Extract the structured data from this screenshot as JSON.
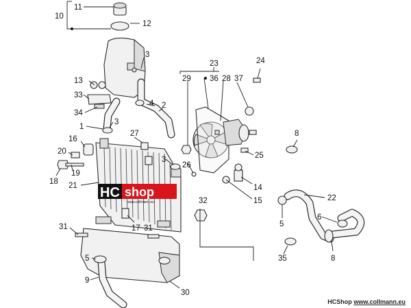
{
  "callouts": {
    "c1": "1",
    "c2": "2",
    "c3a": "3",
    "c3b": "3",
    "c3c": "3",
    "c4": "4",
    "c5a": "5",
    "c5b": "5",
    "c6": "6",
    "c8a": "8",
    "c8b": "8",
    "c9": "9",
    "c10": "10",
    "c11": "11",
    "c12": "12",
    "c13": "13",
    "c14": "14",
    "c15": "15",
    "c16": "16",
    "c17": "17",
    "c18": "18",
    "c19": "19",
    "c20": "20",
    "c21": "21",
    "c22": "22",
    "c23": "23",
    "c24": "24",
    "c25": "25",
    "c26": "26",
    "c27": "27",
    "c28": "28",
    "c29": "29",
    "c30": "30",
    "c31a": "31",
    "c31b": "31",
    "c32": "32",
    "c33": "33",
    "c34": "34",
    "c35": "35",
    "c36": "36",
    "c37": "37"
  },
  "watermark": {
    "hc": "HC",
    "shop": "shop",
    "url": "www.collmann.eu",
    "colors": {
      "red": "#d8141c",
      "dark": "#111111",
      "white": "#ffffff"
    }
  },
  "footer": {
    "brand": "HCShop",
    "url": "www.collmann.eu"
  }
}
